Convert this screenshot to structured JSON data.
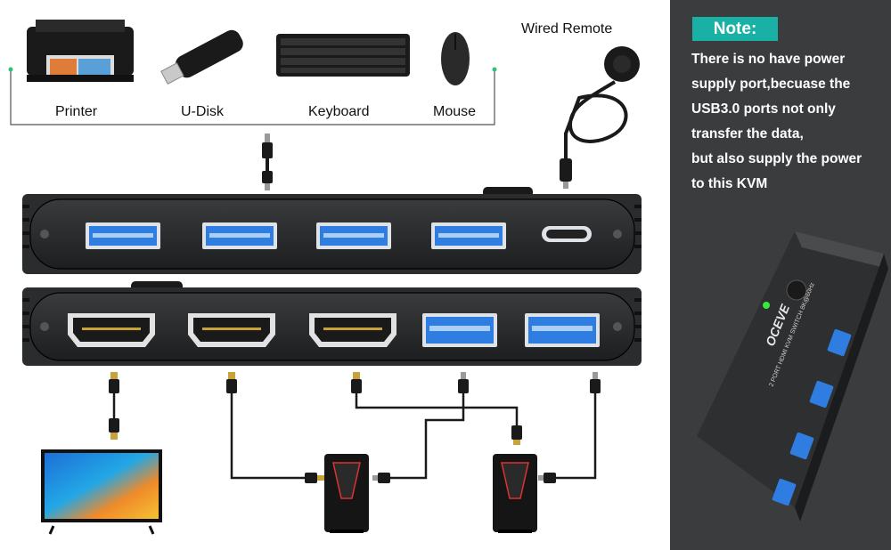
{
  "devices": {
    "printer": "Printer",
    "udisk": "U-Disk",
    "keyboard": "Keyboard",
    "mouse": "Mouse",
    "remote": "Wired Remote"
  },
  "note": {
    "badge": "Note:",
    "lines": [
      "There is no have power",
      "supply port,becuase the",
      "USB3.0 ports not only",
      "transfer the data,",
      "but also supply the power",
      "to this KVM"
    ]
  },
  "product": {
    "brand": "OCEVE",
    "model": "2 PORT HDMI KVM SWITCH 8K@60Hz"
  },
  "colors": {
    "note_badge": "#19b1a6",
    "panel_bg": "#3b3c3e",
    "usb_blue": "#2f7de0",
    "led_green": "#39e83c"
  }
}
